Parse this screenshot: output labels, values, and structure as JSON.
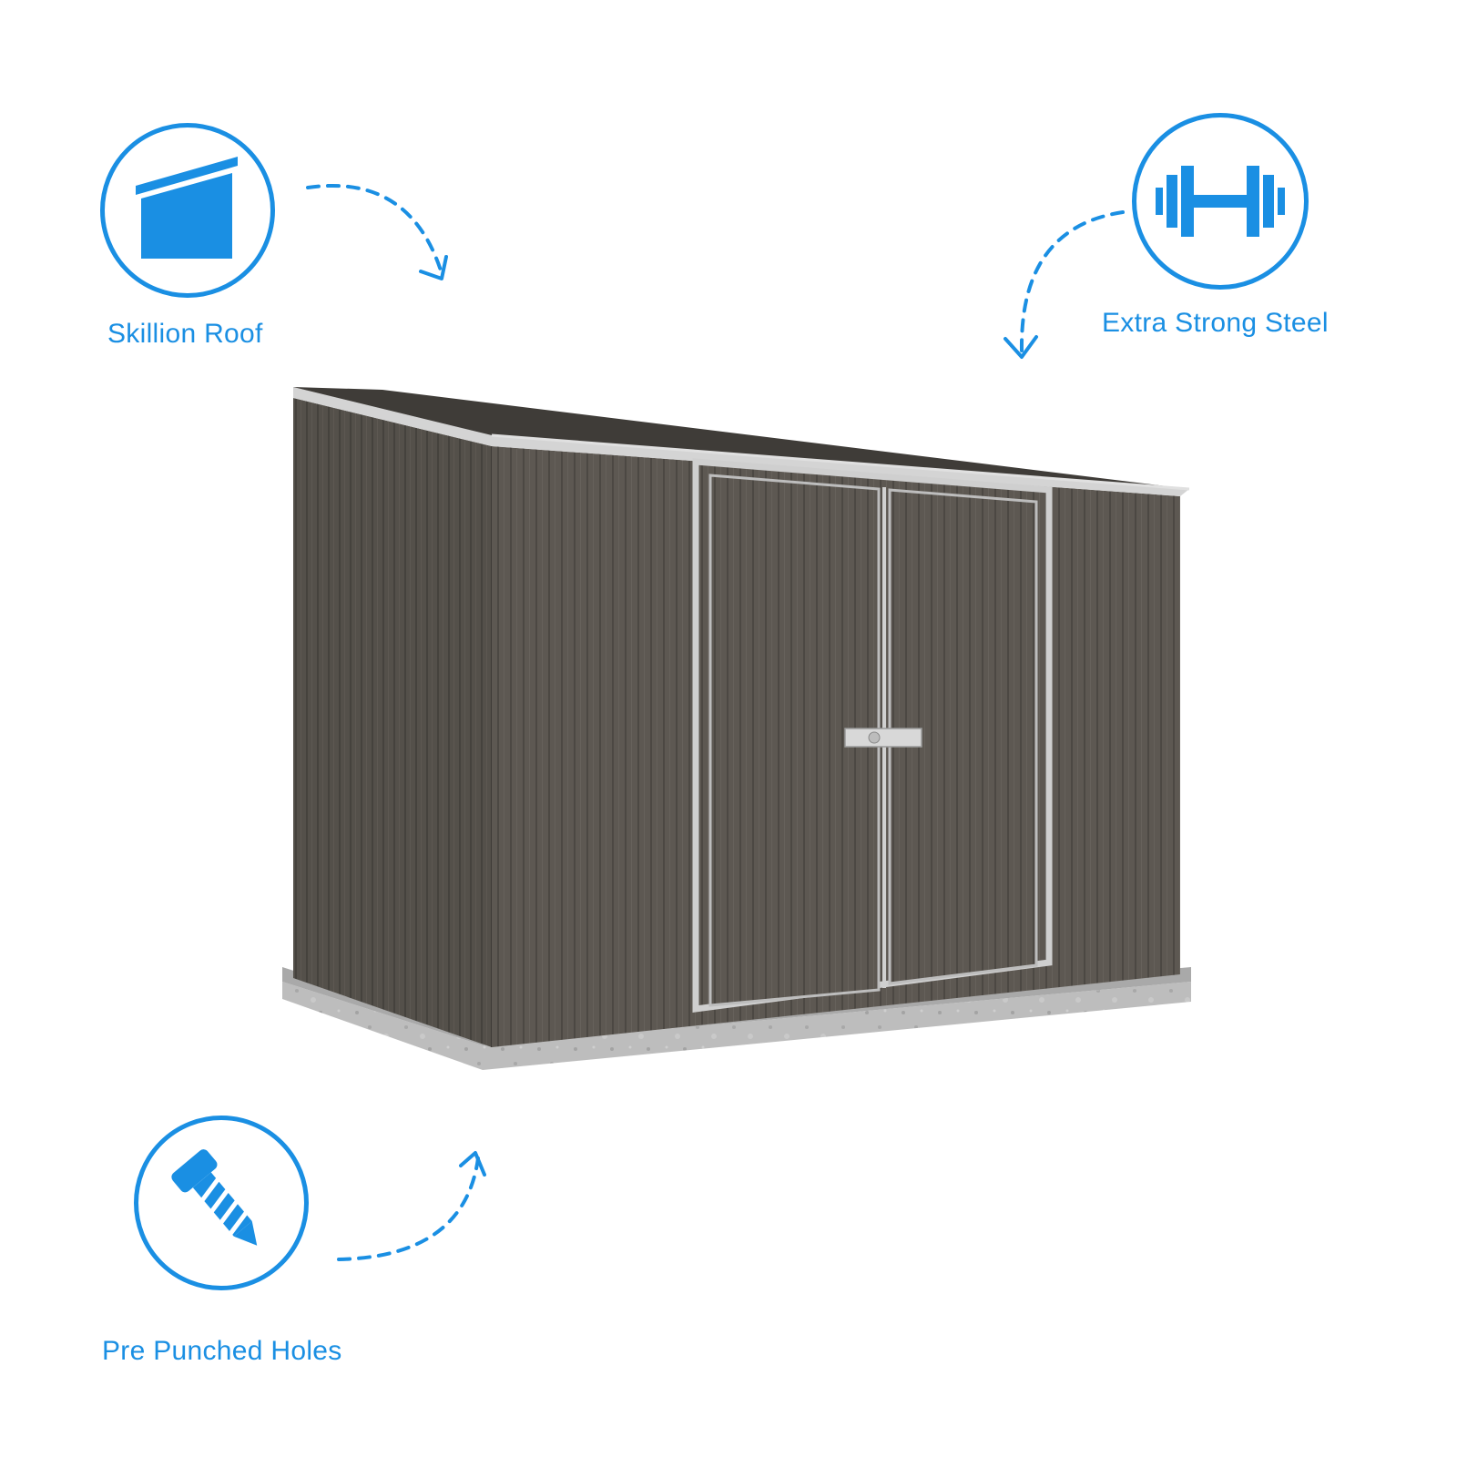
{
  "features": {
    "roof": {
      "label": "Skillion Roof",
      "icon": "skillion-roof-icon"
    },
    "steel": {
      "label": "Extra Strong Steel",
      "icon": "dumbbell-icon"
    },
    "holes": {
      "label": "Pre Punched Holes",
      "icon": "screw-icon"
    }
  },
  "colors": {
    "accent": "#1a8fe3",
    "shed_wall": "#5b5650",
    "shed_trim": "#c9c9c9",
    "base": "#b9b9b9"
  }
}
